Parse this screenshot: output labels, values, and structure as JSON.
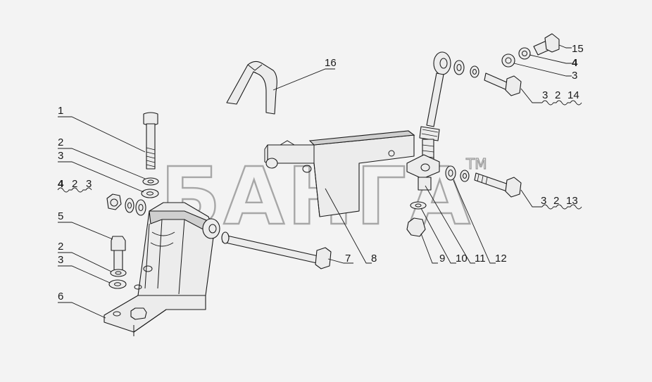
{
  "diagram": {
    "watermark": {
      "text": "БАНГА",
      "tm": "TM"
    },
    "callouts": [
      {
        "id": "lbl-1",
        "text": "1"
      },
      {
        "id": "lbl-2a",
        "text": "2"
      },
      {
        "id": "lbl-3a",
        "text": "3"
      },
      {
        "id": "lbl-4a",
        "text": "4"
      },
      {
        "id": "lbl-2b",
        "text": "2"
      },
      {
        "id": "lbl-3b",
        "text": "3"
      },
      {
        "id": "lbl-5",
        "text": "5"
      },
      {
        "id": "lbl-2c",
        "text": "2"
      },
      {
        "id": "lbl-3c",
        "text": "3"
      },
      {
        "id": "lbl-6",
        "text": "6"
      },
      {
        "id": "lbl-7",
        "text": "7"
      },
      {
        "id": "lbl-8",
        "text": "8"
      },
      {
        "id": "lbl-9",
        "text": "9"
      },
      {
        "id": "lbl-10",
        "text": "10"
      },
      {
        "id": "lbl-11",
        "text": "11"
      },
      {
        "id": "lbl-12",
        "text": "12"
      },
      {
        "id": "lbl-16",
        "text": "16"
      },
      {
        "id": "lbl-15",
        "text": "15"
      },
      {
        "id": "lbl-4r",
        "text": "4"
      },
      {
        "id": "lbl-3r",
        "text": "3"
      },
      {
        "id": "lbl-3d",
        "text": "3"
      },
      {
        "id": "lbl-2d",
        "text": "2"
      },
      {
        "id": "lbl-14",
        "text": "14"
      },
      {
        "id": "lbl-3e",
        "text": "3"
      },
      {
        "id": "lbl-2e",
        "text": "2"
      },
      {
        "id": "lbl-13",
        "text": "13"
      }
    ]
  }
}
